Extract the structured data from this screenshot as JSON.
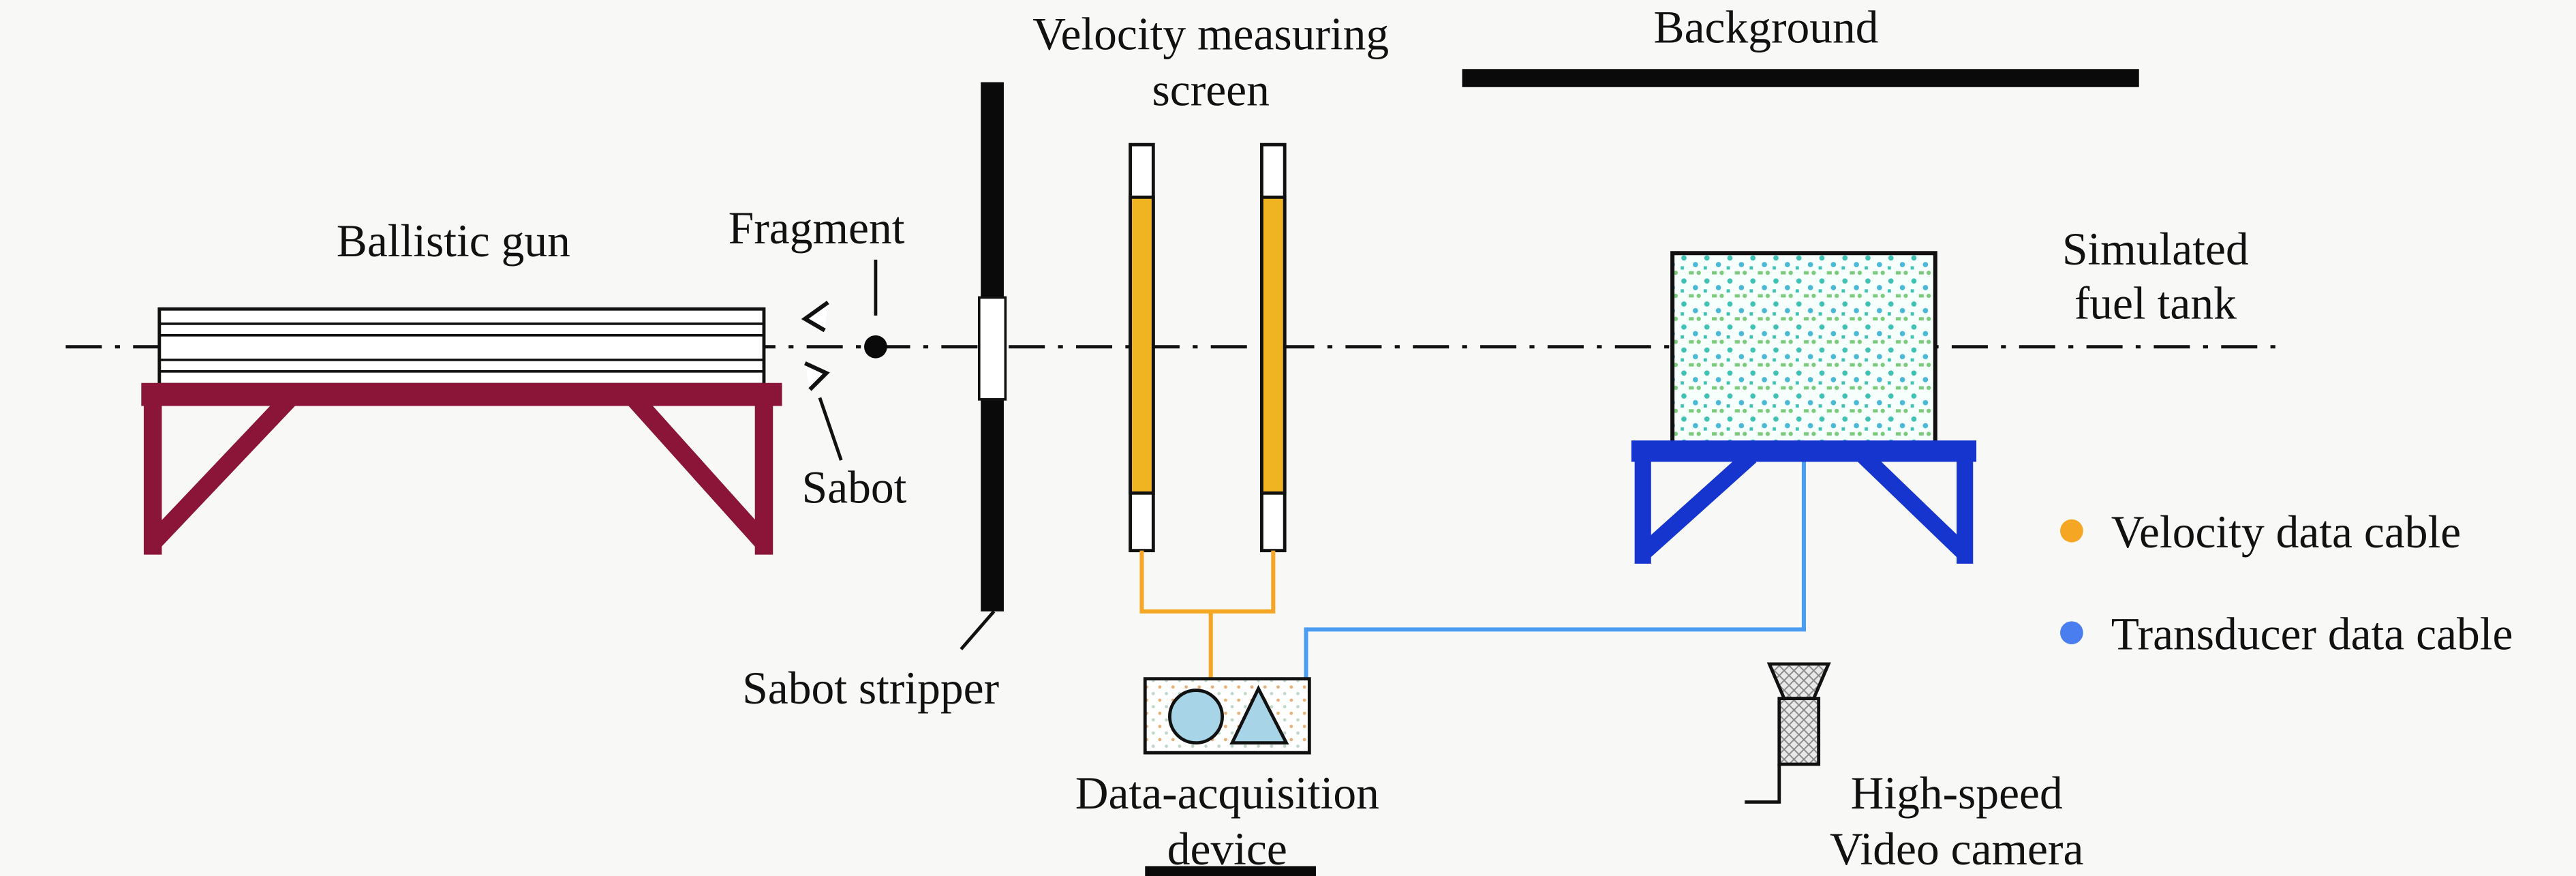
{
  "diagram": {
    "labels": {
      "ballistic_gun": "Ballistic gun",
      "fragment": "Fragment",
      "sabot": "Sabot",
      "sabot_stripper": "Sabot stripper",
      "velocity_screen_line1": "Velocity measuring",
      "velocity_screen_line2": "screen",
      "background": "Background",
      "fuel_tank_line1": "Simulated",
      "fuel_tank_line2": "fuel tank",
      "daq_line1": "Data-acquisition",
      "daq_line2": "device",
      "camera_line1": "High-speed",
      "camera_line2": "Video camera"
    },
    "legend": [
      {
        "label": "Velocity data cable",
        "color": "#f5a623"
      },
      {
        "label": "Transducer data cable",
        "color": "#4a7df0"
      }
    ],
    "colors": {
      "gun_stand": "#8a1538",
      "tank_stand": "#1635cf",
      "velocity_screen_fill": "#f0b321",
      "velocity_cable": "#f5a623",
      "transducer_cable": "#4a9df0",
      "device_shape_fill": "#a8d4e8",
      "line": "#111111"
    }
  }
}
